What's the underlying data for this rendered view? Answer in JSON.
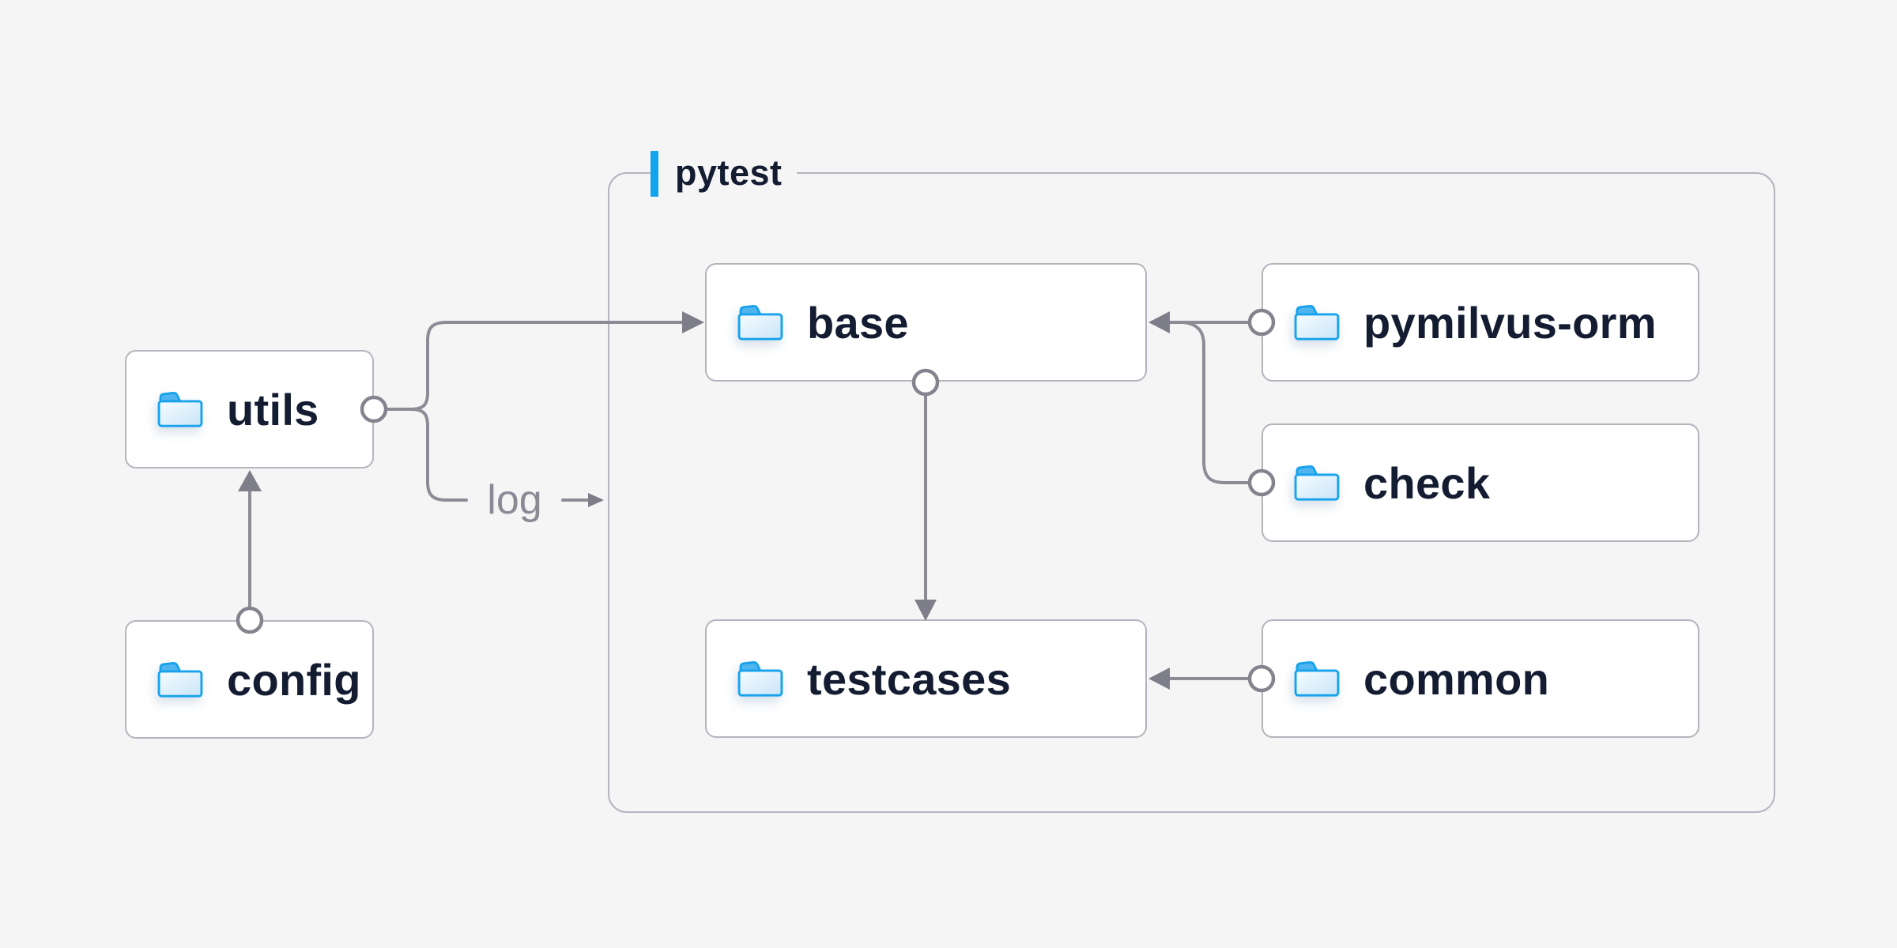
{
  "container": {
    "label": "pytest",
    "accent_color": "#10a3ee"
  },
  "nodes": [
    {
      "id": "utils",
      "label": "utils",
      "icon": "folder-icon"
    },
    {
      "id": "config",
      "label": "config",
      "icon": "folder-icon"
    },
    {
      "id": "base",
      "label": "base",
      "icon": "folder-icon"
    },
    {
      "id": "testcases",
      "label": "testcases",
      "icon": "folder-icon"
    },
    {
      "id": "pymilvus-orm",
      "label": "pymilvus-orm",
      "icon": "folder-icon"
    },
    {
      "id": "check",
      "label": "check",
      "icon": "folder-icon"
    },
    {
      "id": "common",
      "label": "common",
      "icon": "folder-icon"
    }
  ],
  "edges": [
    {
      "from": "config",
      "to": "utils",
      "label": ""
    },
    {
      "from": "utils",
      "to": "base",
      "label": ""
    },
    {
      "from": "utils",
      "to": "pytest",
      "label": "log"
    },
    {
      "from": "pymilvus-orm",
      "to": "base",
      "label": ""
    },
    {
      "from": "check",
      "to": "base",
      "label": ""
    },
    {
      "from": "base",
      "to": "testcases",
      "label": ""
    },
    {
      "from": "common",
      "to": "testcases",
      "label": ""
    }
  ],
  "colors": {
    "background": "#f5f5f6",
    "node_fill": "#ffffff",
    "node_border": "#b5b4be",
    "label_text": "#131c31",
    "wire_gray": "#8c8c96",
    "edge_label_gray": "#8a8a95",
    "accent_blue": "#10a3ee",
    "folder_outline_blue": "#17a2ec",
    "folder_tab_blue": "#4fb5ee"
  }
}
